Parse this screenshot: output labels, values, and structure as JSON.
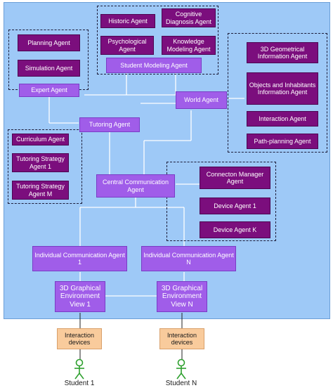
{
  "agents": {
    "historic": "Historic Agent",
    "cognitive_diagnosis": "Cognitive Diagnosis Agent",
    "psychological": "Psychological Agent",
    "knowledge_modeling": "Knowledge Modeling Agent",
    "student_modeling": "Student Modeling Agent",
    "planning": "Planning Agent",
    "simulation": "Simulation Agent",
    "expert": "Expert Agent",
    "world": "World Agent",
    "tutoring": "Tutoring Agent",
    "curriculum": "Curriculum Agent",
    "tutoring_strategy_1": "Tutoring Strategy Agent 1",
    "tutoring_strategy_m": "Tutoring Strategy Agent M",
    "geometrical_info": "3D Geometrical Information Agent",
    "objects_inhabitants": "Objects and Inhabitants Information Agent",
    "interaction": "Interaction Agent",
    "path_planning": "Path-planning Agent",
    "central_comm": "Central Communication Agent",
    "connection_manager": "Connecton Manager Agent",
    "device_1": "Device Agent 1",
    "device_k": "Device Agent K",
    "indiv_comm_1": "Individual Communication Agent 1",
    "indiv_comm_n": "Individual Communication Agent N",
    "view_1": "3D Graphical Environment View 1",
    "view_n": "3D Graphical Environment View N",
    "interaction_devices_1": "Interaction devices",
    "interaction_devices_n": "Interaction devices"
  },
  "students": {
    "student_1": "Student 1",
    "student_n": "Student N"
  },
  "colors": {
    "panel_bg": "#9ec9f7",
    "dark_agent": "#7b0e7d",
    "light_agent": "#a05de9",
    "device_box": "#f9cb9c",
    "connector": "#ffffff",
    "actor": "#2ea02e"
  }
}
